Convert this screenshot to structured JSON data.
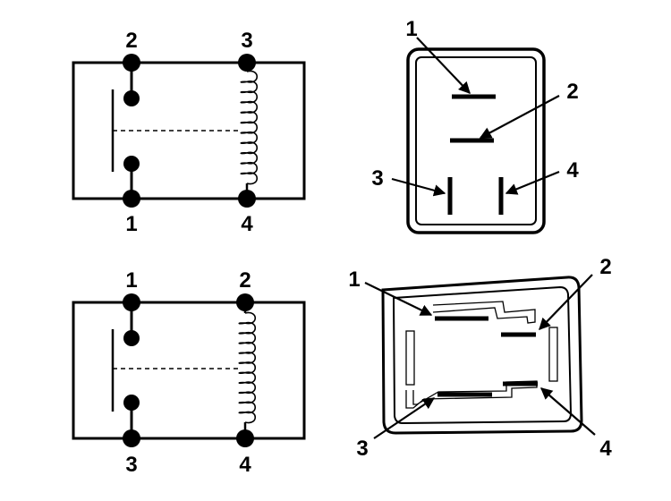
{
  "colors": {
    "ink": "#000000",
    "paper": "#ffffff"
  },
  "schematic_top": {
    "labels": {
      "top_left": "2",
      "top_right": "3",
      "bottom_left": "1",
      "bottom_right": "4"
    }
  },
  "schematic_bottom": {
    "labels": {
      "top_left": "1",
      "top_right": "2",
      "bottom_left": "3",
      "bottom_right": "4"
    }
  },
  "connector_top": {
    "labels": {
      "pin1": "1",
      "pin2": "2",
      "pin3": "3",
      "pin4": "4"
    }
  },
  "connector_bottom": {
    "labels": {
      "pin1": "1",
      "pin2": "2",
      "pin3": "3",
      "pin4": "4"
    }
  }
}
